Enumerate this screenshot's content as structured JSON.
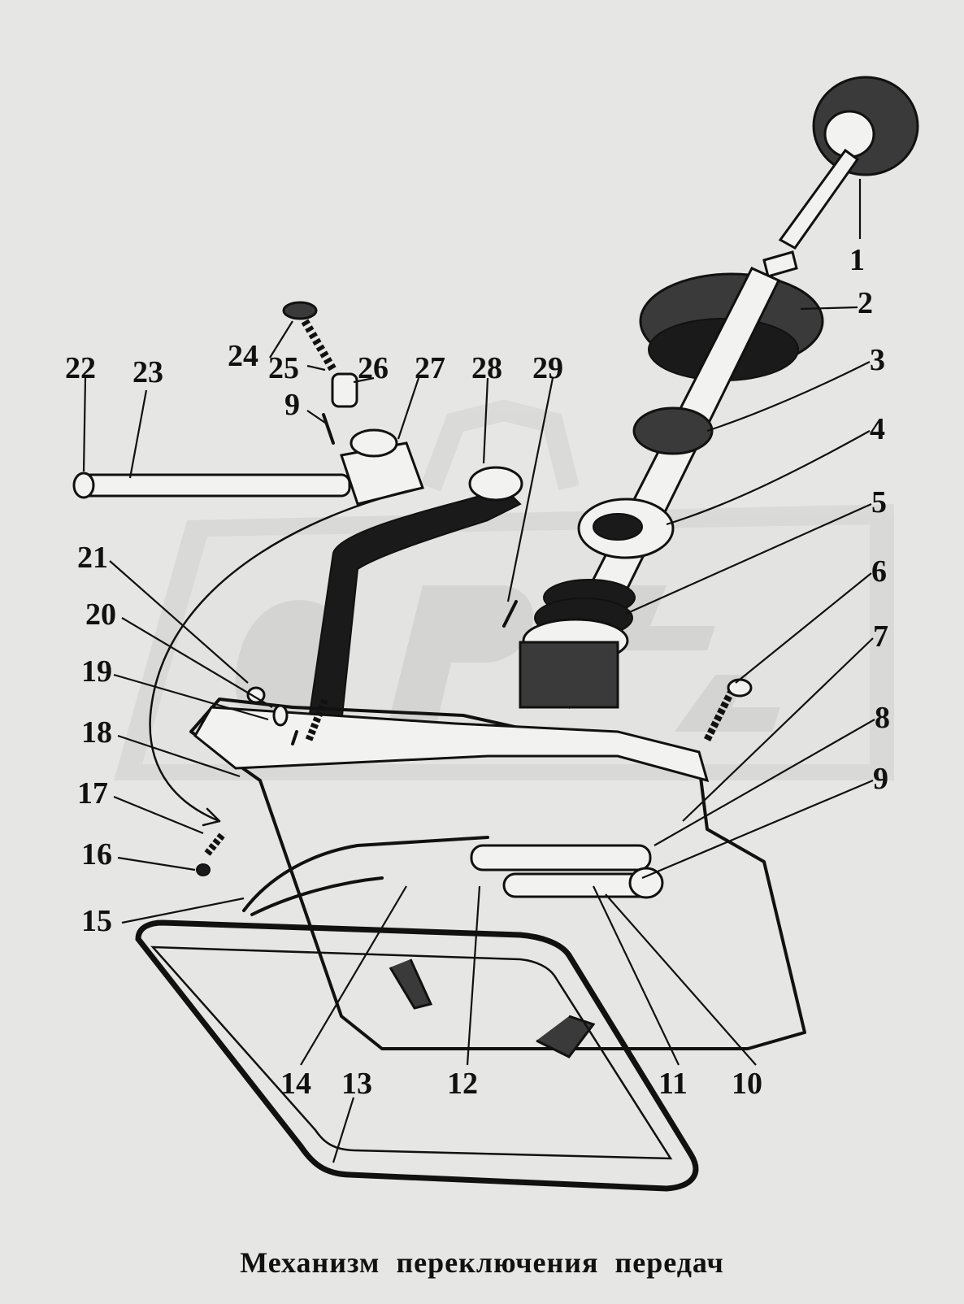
{
  "caption": "Механизм переключения передач",
  "watermark": "ОРЕХ",
  "callouts": [
    "1",
    "2",
    "3",
    "4",
    "5",
    "6",
    "7",
    "8",
    "9",
    "10",
    "11",
    "12",
    "13",
    "14",
    "15",
    "16",
    "17",
    "18",
    "19",
    "20",
    "21",
    "22",
    "23",
    "24",
    "25",
    "26",
    "27",
    "28",
    "29",
    "9"
  ],
  "colors": {
    "line": "#111111",
    "background": "#e6e6e4",
    "watermark": "#c8c8c6"
  }
}
